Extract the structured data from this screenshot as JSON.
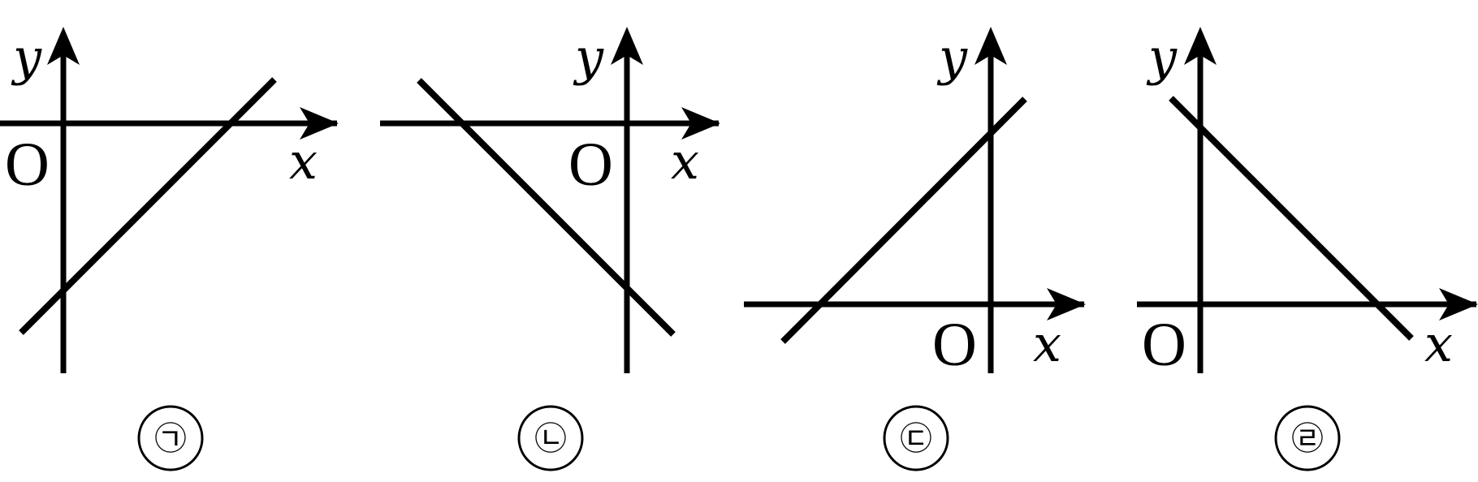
{
  "panels": [
    {
      "id": "panel-1",
      "label": "㉠",
      "x_label": "x",
      "y_label": "y",
      "origin_label": "O"
    },
    {
      "id": "panel-2",
      "label": "㉡",
      "x_label": "x",
      "y_label": "y",
      "origin_label": "O"
    },
    {
      "id": "panel-3",
      "label": "㉢",
      "x_label": "x",
      "y_label": "y",
      "origin_label": "O"
    },
    {
      "id": "panel-4",
      "label": "㉣",
      "x_label": "x",
      "y_label": "y",
      "origin_label": "O"
    }
  ]
}
